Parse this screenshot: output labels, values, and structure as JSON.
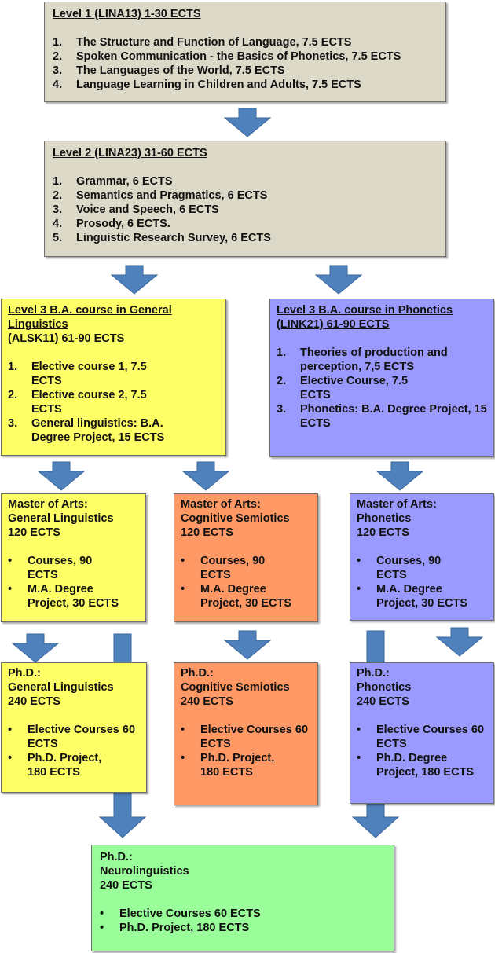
{
  "colors": {
    "beige": "#dcd9c8",
    "yellow": "#fefe66",
    "purple": "#9999fe",
    "orange": "#fe9966",
    "green": "#99fe99",
    "arrow": "#4f81bd"
  },
  "level1": {
    "title": "Level 1 (LINA13) 1-30 ECTS",
    "items": [
      {
        "n": "1.",
        "t": "The Structure and Function of Language, 7.5 ECTS"
      },
      {
        "n": "2.",
        "t": "Spoken Communication - the Basics of Phonetics, 7.5 ECTS"
      },
      {
        "n": "3.",
        "t": "The Languages of the World, 7.5 ECTS"
      },
      {
        "n": "4.",
        "t": "Language Learning in Children and Adults, 7.5 ECTS"
      }
    ]
  },
  "level2": {
    "title": "Level 2 (LINA23) 31-60 ECTS",
    "items": [
      {
        "n": "1.",
        "t": "Grammar, 6 ECTS"
      },
      {
        "n": "2.",
        "t": "Semantics and Pragmatics, 6 ECTS"
      },
      {
        "n": "3.",
        "t": "Voice and Speech, 6 ECTS"
      },
      {
        "n": "4.",
        "t": "Prosody, 6 ECTS."
      },
      {
        "n": "5.",
        "t": "Linguistic Research Survey, 6 ECTS"
      }
    ]
  },
  "level3_gl": {
    "title_l1": "Level 3 B.A. course in General",
    "title_l2": "Linguistics",
    "title_l3": "(ALSK11) 61-90 ECTS",
    "items": [
      {
        "n": "1.",
        "t": "Elective course 1, 7.5 ECTS"
      },
      {
        "n": "2.",
        "t": "Elective course 2, 7.5 ECTS"
      },
      {
        "n": "3.",
        "t": "General linguistics: B.A. Degree Project,  15 ECTS"
      }
    ]
  },
  "level3_ph": {
    "title_l1": "Level 3 B.A. course in Phonetics",
    "title_l2": "(LINK21) 61-90 ECTS",
    "items": [
      {
        "n": "1.",
        "t": "Theories of production and perception, 7,5 ECTS"
      },
      {
        "n": "2.",
        "t": "Elective Course, 7.5 ECTS"
      },
      {
        "n": "3.",
        "t": "Phonetics: B.A. Degree Project, 15 ECTS"
      }
    ]
  },
  "ma_gl": {
    "l1": "Master of Arts:",
    "l2": "General Linguistics",
    "l3": "120 ECTS",
    "items": [
      "Courses, 90 ECTS",
      "M.A. Degree Project, 30 ECTS"
    ]
  },
  "ma_cs": {
    "l1": "Master of Arts:",
    "l2": "Cognitive Semiotics",
    "l3": "120 ECTS",
    "items": [
      "Courses, 90 ECTS",
      "M.A. Degree Project, 30 ECTS"
    ]
  },
  "ma_ph": {
    "l1": "Master of Arts:",
    "l2": "Phonetics",
    "l3": "120 ECTS",
    "items": [
      "Courses, 90 ECTS",
      " M.A. Degree Project, 30 ECTS"
    ]
  },
  "phd_gl": {
    "l1": "Ph.D.:",
    "l2": "General Linguistics",
    "l3": "240 ECTS",
    "items": [
      "Elective Courses 60 ECTS",
      "Ph.D. Project, 180 ECTS"
    ]
  },
  "phd_cs": {
    "l1": "Ph.D.:",
    "l2": "Cognitive Semiotics",
    "l3": "240 ECTS",
    "items": [
      "Elective Courses 60 ECTS",
      "Ph.D. Project, 180 ECTS"
    ]
  },
  "phd_ph": {
    "l1": "Ph.D.:",
    "l2": "Phonetics",
    "l3": "240 ECTS",
    "items": [
      "Elective Courses 60 ECTS",
      "Ph.D. Degree Project, 180 ECTS"
    ]
  },
  "phd_nl": {
    "l1": "Ph.D.:",
    "l2": "Neurolinguistics",
    "l3": "240 ECTS",
    "items": [
      "Elective Courses 60 ECTS",
      "Ph.D. Project, 180 ECTS"
    ]
  }
}
